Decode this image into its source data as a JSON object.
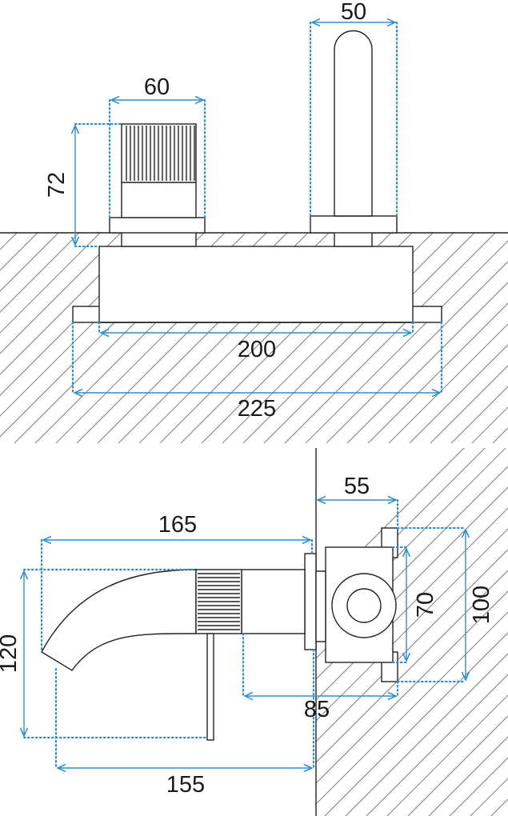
{
  "colors": {
    "dimension_line": "#2f8fd0",
    "outline": "#222222",
    "hatch": "#6b6b6b",
    "background": "#ffffff"
  },
  "front_view": {
    "dim_handle_width": "60",
    "dim_handle_height": "72",
    "dim_spout_width": "50",
    "dim_inner_box_width": "200",
    "dim_plate_width": "225"
  },
  "side_view": {
    "dim_spout_reach": "165",
    "dim_spout_drop": "120",
    "dim_wall_to_tip": "155",
    "dim_box_depth": "55",
    "dim_plate_height_inner": "70",
    "dim_plate_height_outer": "100",
    "dim_handle_to_box": "85"
  }
}
